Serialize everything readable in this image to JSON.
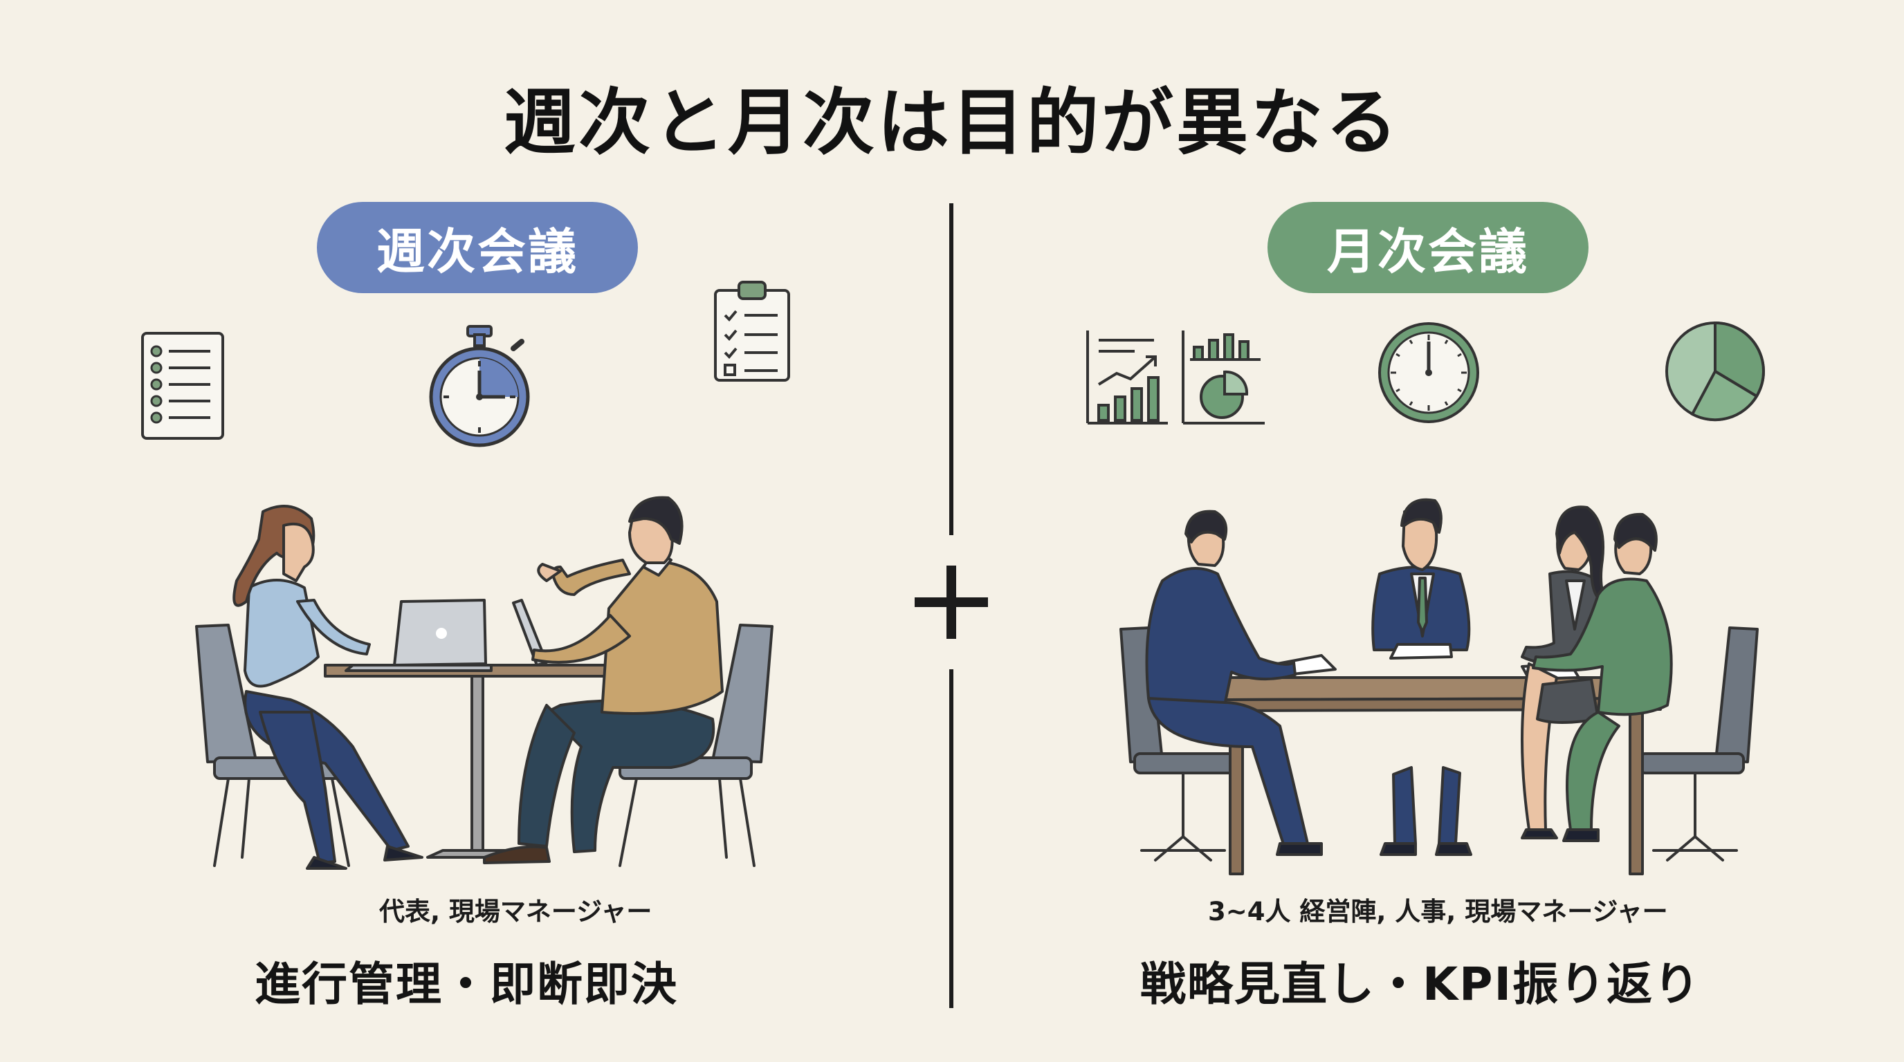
{
  "title": "週次と月次は目的が異なる",
  "colors": {
    "weekly_accent": "#6b84bd",
    "monthly_accent": "#6f9e77",
    "background": "#f5f1e7",
    "line": "#1c1c1c"
  },
  "weekly": {
    "label": "週次会議",
    "icons": [
      "checklist-icon",
      "stopwatch-icon",
      "clipboard-checklist-icon"
    ],
    "scene": "two-person-laptop-meeting",
    "members": "代表, 現場マネージャー",
    "purpose": "進行管理・即断即決"
  },
  "monthly": {
    "label": "月次会議",
    "icons": [
      "growth-chart-icon",
      "bar-pie-chart-icon",
      "clock-icon",
      "pie-chart-icon"
    ],
    "scene": "four-person-conference-table",
    "members": "3~4人  経営陣, 人事, 現場マネージャー",
    "purpose": "戦略見直し・KPI振り返り"
  },
  "center_symbol": "plus-icon"
}
